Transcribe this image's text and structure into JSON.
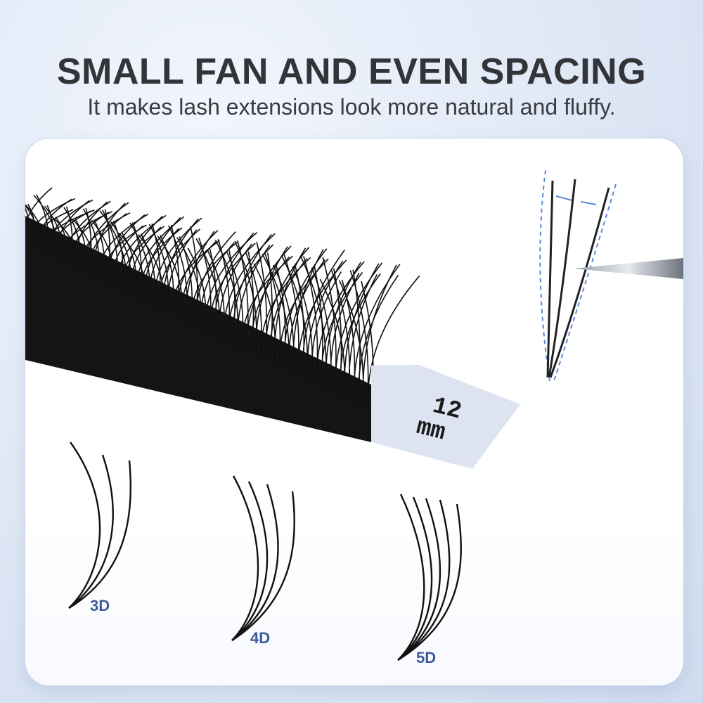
{
  "header": {
    "title": "SMALL FAN AND EVEN SPACING",
    "subtitle": "It makes lash extensions look more natural and fluffy."
  },
  "strip_tag": {
    "line1": "12",
    "line2": "mm"
  },
  "fans": [
    {
      "label": "3D"
    },
    {
      "label": "4D"
    },
    {
      "label": "5D"
    }
  ],
  "colors": {
    "lash": "#111111",
    "label_blue": "#3f5d9b",
    "guide_dash": "#5b8bd6",
    "tag_bg": "#dfe4f2"
  }
}
